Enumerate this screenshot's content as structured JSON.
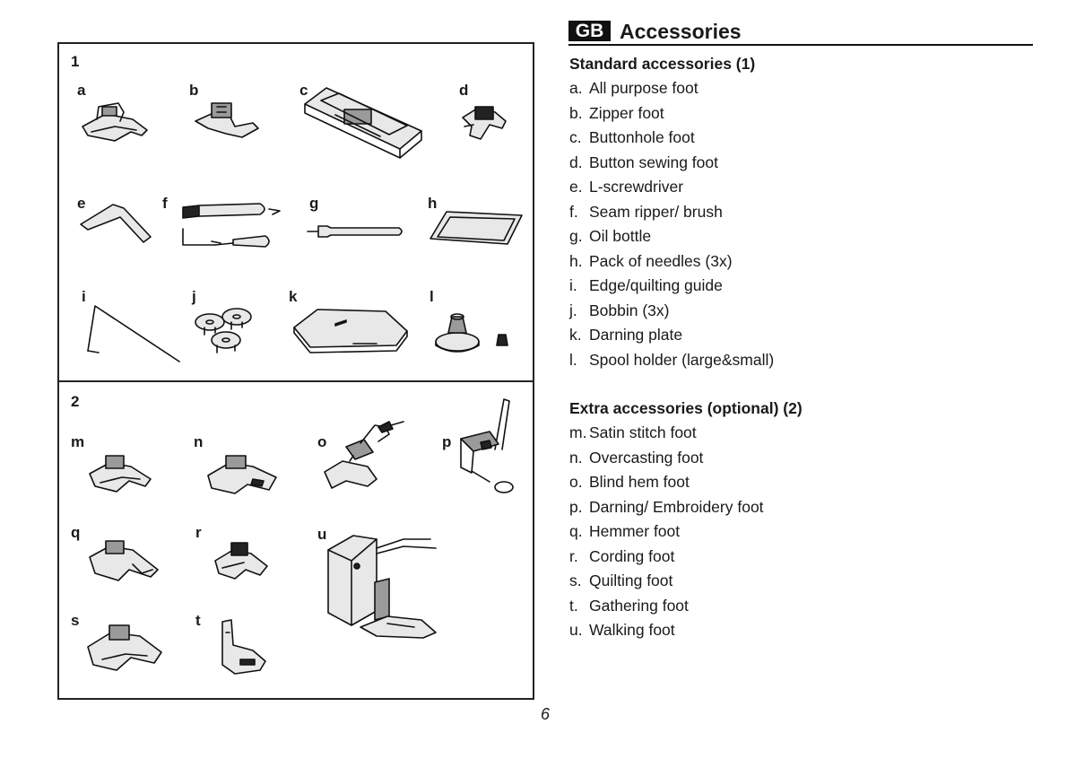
{
  "figure": {
    "section1_number": "1",
    "section2_number": "2",
    "letters": [
      "a",
      "b",
      "c",
      "d",
      "e",
      "f",
      "g",
      "h",
      "i",
      "j",
      "k",
      "l",
      "m",
      "n",
      "o",
      "p",
      "q",
      "r",
      "s",
      "t",
      "u"
    ]
  },
  "header": {
    "badge": "GB",
    "title": "Accessories"
  },
  "standard": {
    "heading": "Standard accessories (1)",
    "items": [
      {
        "letter": "a.",
        "text": "All purpose foot"
      },
      {
        "letter": "b.",
        "text": "Zipper foot"
      },
      {
        "letter": "c.",
        "text": "Buttonhole foot"
      },
      {
        "letter": "d.",
        "text": "Button sewing foot"
      },
      {
        "letter": "e.",
        "text": "L-screwdriver"
      },
      {
        "letter": "f.",
        "text": "Seam ripper/ brush"
      },
      {
        "letter": "g.",
        "text": "Oil bottle"
      },
      {
        "letter": "h.",
        "text": "Pack of needles (3x)"
      },
      {
        "letter": "i.",
        "text": "Edge/quilting guide"
      },
      {
        "letter": "j.",
        "text": "Bobbin (3x)"
      },
      {
        "letter": "k.",
        "text": "Darning plate"
      },
      {
        "letter": "l.",
        "text": "Spool holder (large&small)"
      }
    ]
  },
  "extra": {
    "heading": "Extra  accessories (optional) (2)",
    "items": [
      {
        "letter": "m.",
        "text": "Satin stitch foot"
      },
      {
        "letter": "n.",
        "text": "Overcasting foot"
      },
      {
        "letter": "o.",
        "text": "Blind hem foot"
      },
      {
        "letter": "p.",
        "text": "Darning/ Embroidery foot"
      },
      {
        "letter": "q.",
        "text": "Hemmer foot"
      },
      {
        "letter": "r.",
        "text": "Cording foot"
      },
      {
        "letter": "s.",
        "text": "Quilting foot"
      },
      {
        "letter": "t.",
        "text": "Gathering foot"
      },
      {
        "letter": "u.",
        "text": "Walking foot"
      }
    ]
  },
  "page_number": "6"
}
